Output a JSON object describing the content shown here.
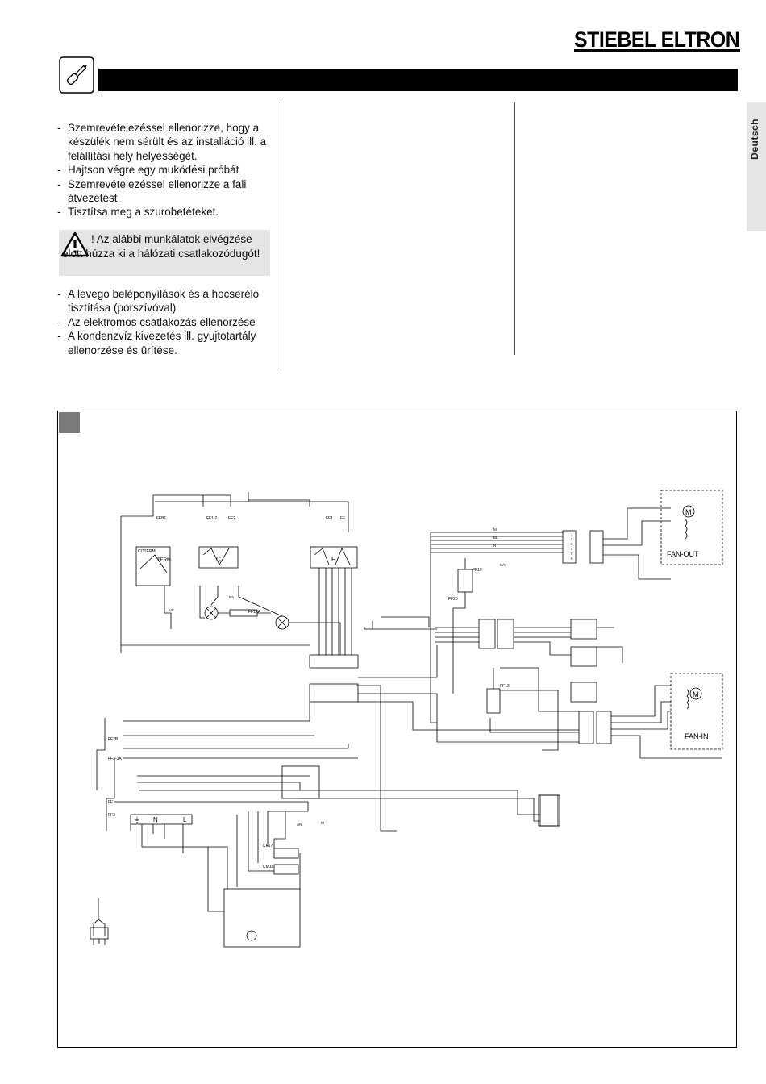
{
  "header": {
    "brand": "STIEBEL ELTRON",
    "side_tab": "Deutsch"
  },
  "icons": {
    "tool": "screwdriver-icon",
    "warning": "warning-triangle-icon"
  },
  "maintenance": {
    "items": [
      "Szemrevételezéssel ellenorizze, hogy a készülék nem sérült és az installáció ill. a felállítási hely helyességét.",
      "Hajtson végre egy muködési próbát",
      "Szemrevételezéssel ellenorizze a fali átvezetést",
      "Tisztítsa meg a szurobetéteket."
    ],
    "warning": "! Az alábbi munkálatok elvégzése elott húzza ki a hálózati csatlakozódugót!",
    "items2": [
      "A levego beléponyílások és a hocserélo tisztítása (porszívóval)",
      "Az elektromos csatlakozás ellenorzése",
      "A kondenzvíz kivezetés ill. gyujtotartály ellenorzése és ürítése."
    ]
  },
  "diagram": {
    "fan_out": "FAN-OUT",
    "fan_in": "FAN-IN",
    "motor": "M",
    "term": "TERM.",
    "coterm": "COTERM",
    "block_c": "C",
    "block_f": "F",
    "conn_labels": [
      "FFB1",
      "FF1-2",
      "FF2",
      "FF1",
      "FF",
      "FF19",
      "FF20",
      "FF13",
      "FF14A",
      "CF17",
      "CM18",
      "FF3-3A",
      "FF2B",
      "FF1",
      "FF2"
    ],
    "wire_labels": [
      "M",
      "BL",
      "N",
      "G/V",
      "VE",
      "BA",
      "AR",
      "BI"
    ],
    "pin_numbers": [
      "1",
      "2",
      "3",
      "4",
      "5",
      "6"
    ],
    "terminal_symbols": [
      "⏚",
      "N",
      "L"
    ]
  }
}
